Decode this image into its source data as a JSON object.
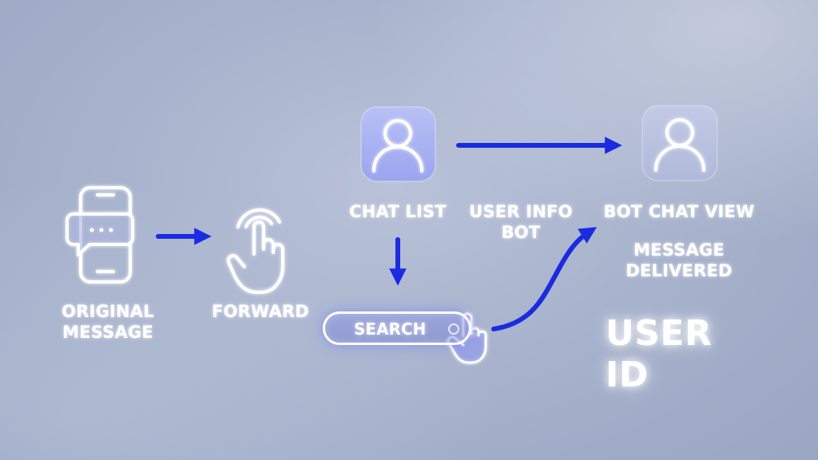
{
  "labels": {
    "original_message": "ORIGINAL\nMESSAGE",
    "forward": "FORWARD",
    "chat_list": "CHAT LIST",
    "user_info_bot": "USER INFO\nBOT",
    "bot_chat_view": "BOT CHAT VIEW",
    "message_delivered": "MESSAGE\nDELIVERED",
    "search": "SEARCH",
    "user_id": "USER ID"
  },
  "colors": {
    "arrow": "#1a2be0",
    "text": "#ffffff",
    "tile": "#aab3f0"
  },
  "icons": [
    "phone-chat-icon",
    "tap-hand-icon",
    "user-icon",
    "user-icon",
    "pointer-hand-icon",
    "search-icon"
  ]
}
